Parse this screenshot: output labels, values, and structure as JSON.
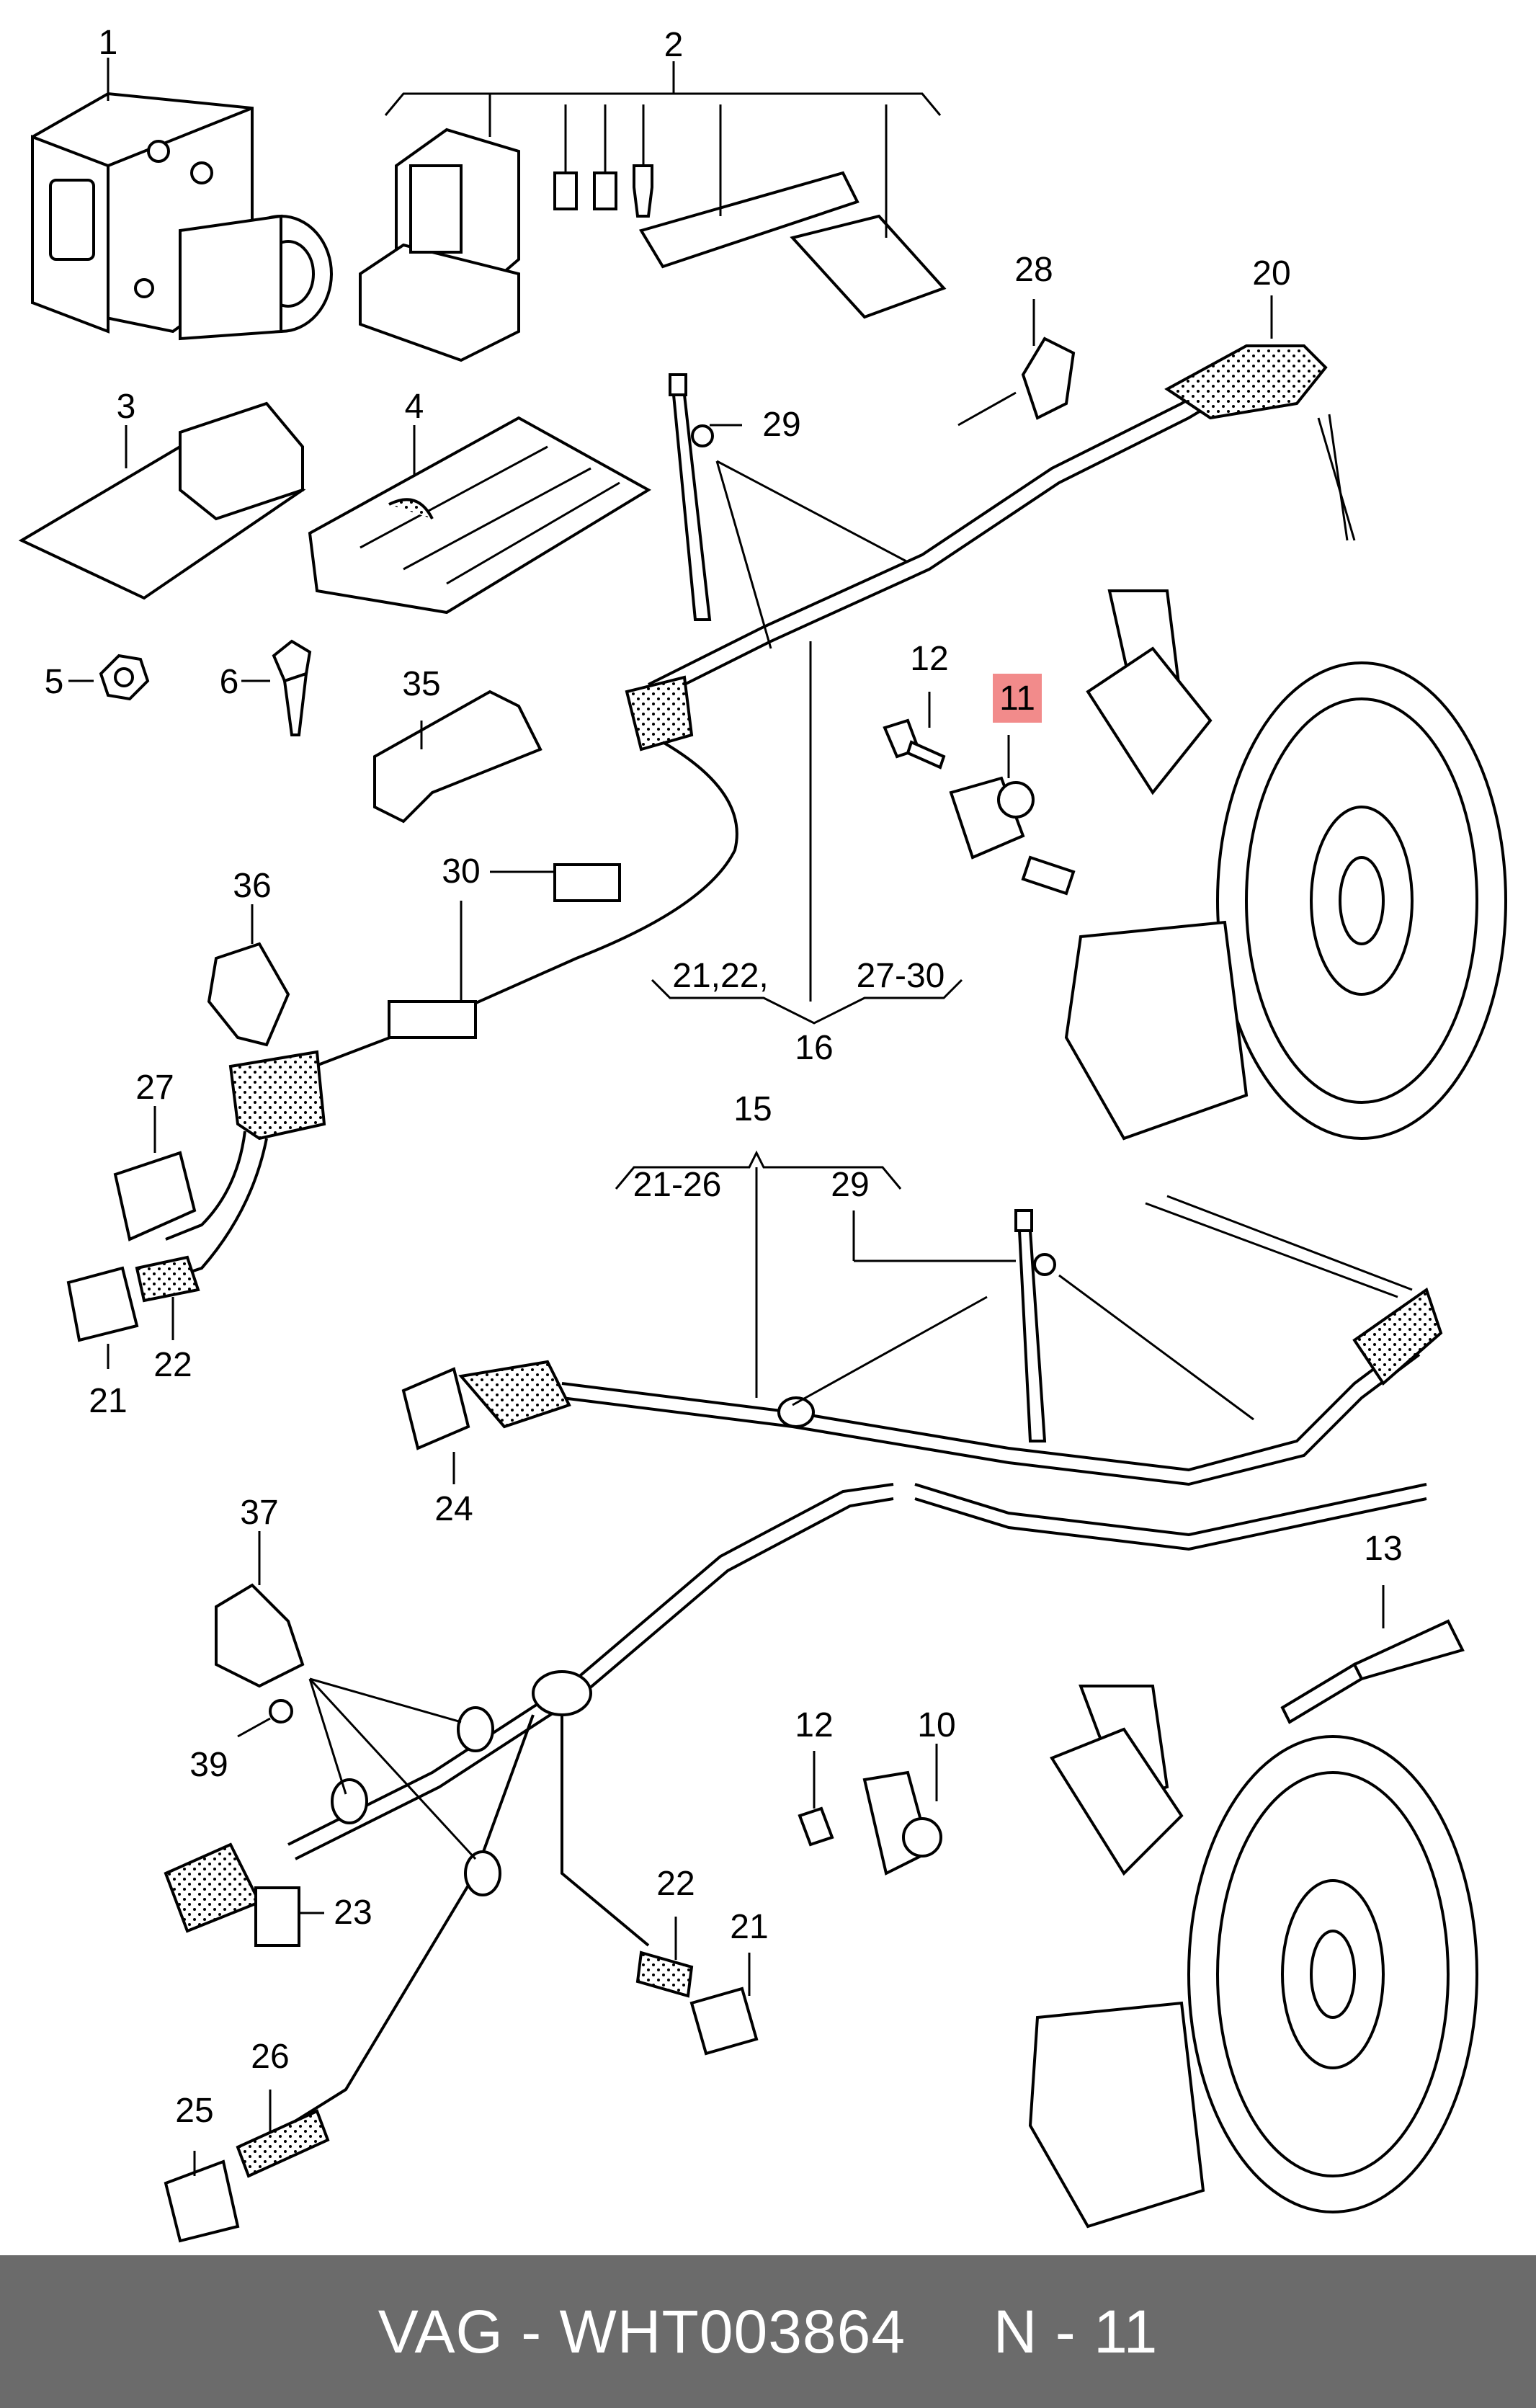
{
  "labels": {
    "l1": "1",
    "l2": "2",
    "l3": "3",
    "l4": "4",
    "l5": "5",
    "l6": "6",
    "l10": "10",
    "l11": "11",
    "l12a": "12",
    "l12b": "12",
    "l13": "13",
    "l15": "15",
    "l16": "16",
    "l20": "20",
    "l21a": "21",
    "l21b": "21",
    "l22a": "22",
    "l22b": "22",
    "l23": "23",
    "l24": "24",
    "l25": "25",
    "l26": "26",
    "l27": "27",
    "l28": "28",
    "l29a": "29",
    "l29b": "29",
    "l30": "30",
    "l35": "35",
    "l36": "36",
    "l37": "37",
    "l39": "39",
    "range_21_22": "21,22,",
    "range_27_30": "27-30",
    "range_21_26": "21-26"
  },
  "highlight": {
    "label": "11",
    "color": "#f28b8b"
  },
  "footer": {
    "text": "VAG - WHT003864     N - 11"
  }
}
